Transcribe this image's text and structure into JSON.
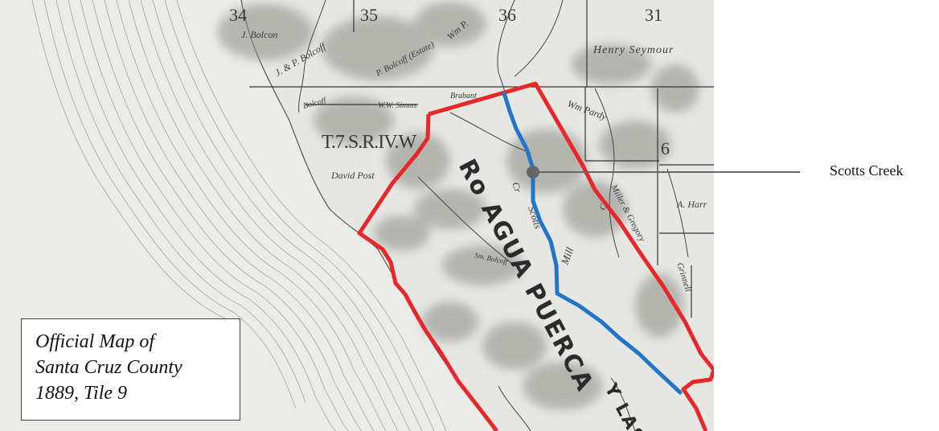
{
  "map": {
    "section_numbers": [
      "34",
      "35",
      "36",
      "31",
      "6"
    ],
    "owner_labels": [
      "J. Bolcon",
      "J. & P. Bolcoff",
      "P. Bolcoff (Estate)",
      "Wm P.",
      "Henry Seymour",
      "Bolcoff",
      "W.W. Simms",
      "Brabant",
      "Wm Pardy",
      "David Post",
      "A. Harr",
      "Miller & Gregory",
      "Grinnell"
    ],
    "township_label": "T.7.S.R.IV.W",
    "rancho_label_line1": "Ro AGUA PUERCA",
    "rancho_label_line2": "Y LAS",
    "creek_labels": [
      "Scotts",
      "Cr",
      "Mill",
      "Cr",
      "Sm. Bolcoff"
    ],
    "colors": {
      "boundary": "#e8272a",
      "creek": "#2276c8",
      "callout": "#666666",
      "paper": "#e6e6e3"
    }
  },
  "callout": {
    "label": "Scotts Creek"
  },
  "legend": {
    "line1": "Official Map of",
    "line2": "Santa Cruz County",
    "line3": "1889, Tile 9"
  }
}
